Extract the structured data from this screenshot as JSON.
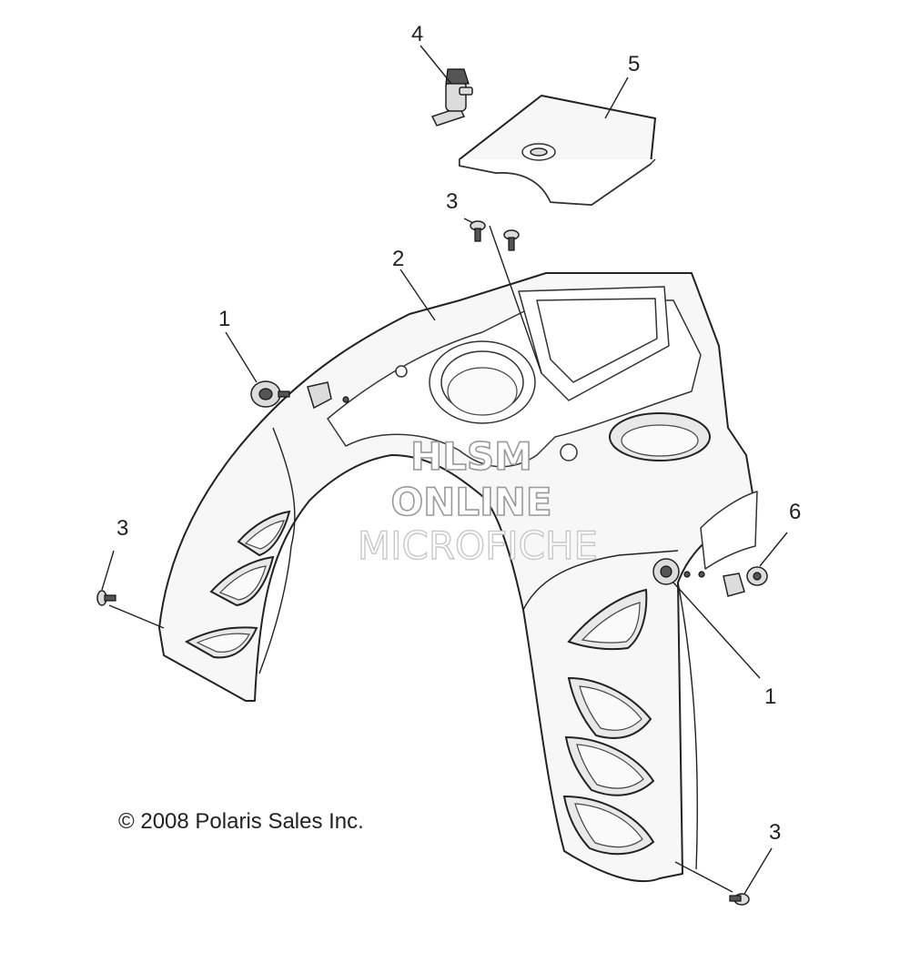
{
  "diagram": {
    "watermark": {
      "line1": "HLSM",
      "line2": "ONLINE",
      "line3": "MICROFICHE"
    },
    "copyright": "© 2008 Polaris Sales Inc.",
    "callouts": [
      {
        "id": "c4",
        "label": "4"
      },
      {
        "id": "c5",
        "label": "5"
      },
      {
        "id": "c3-top",
        "label": "3"
      },
      {
        "id": "c2",
        "label": "2"
      },
      {
        "id": "c1-left",
        "label": "1"
      },
      {
        "id": "c6",
        "label": "6"
      },
      {
        "id": "c3-left",
        "label": "3"
      },
      {
        "id": "c1-right",
        "label": "1"
      },
      {
        "id": "c3-bottom",
        "label": "3"
      }
    ]
  }
}
